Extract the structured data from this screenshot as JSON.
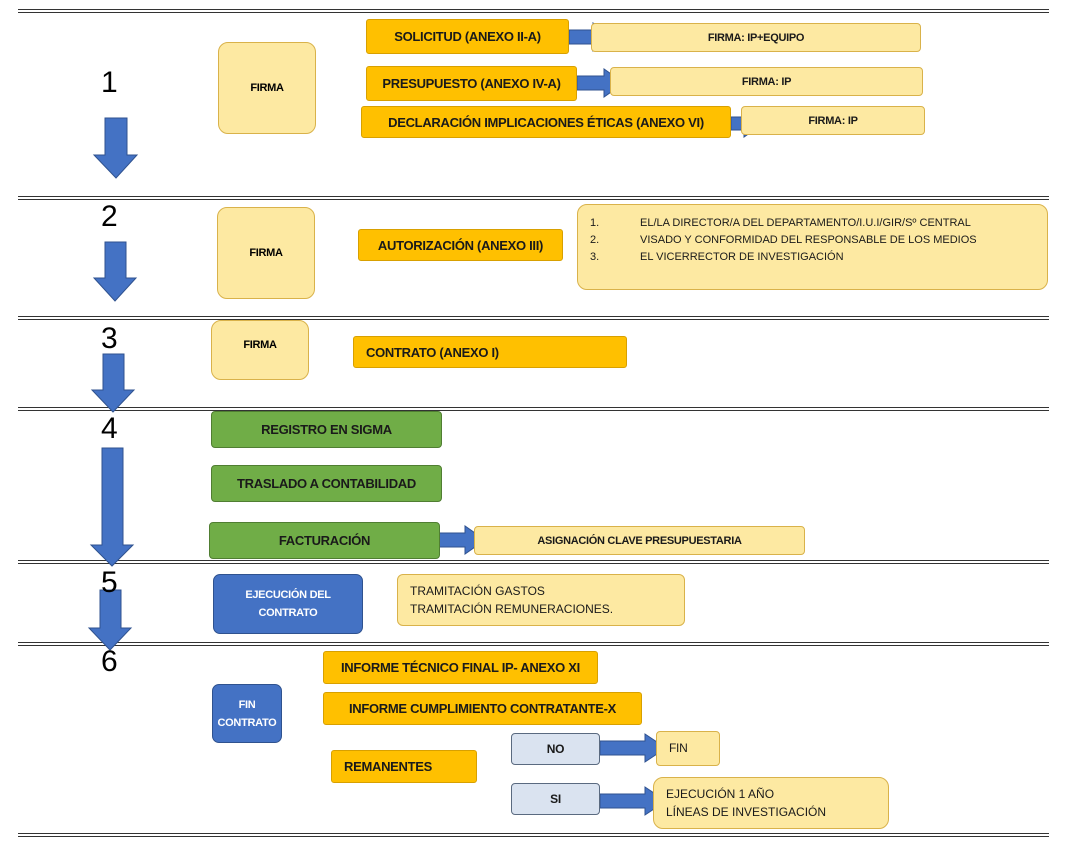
{
  "steps": [
    {
      "number": "1",
      "firma": "FIRMA",
      "items": [
        {
          "doc": "SOLICITUD (ANEXO II-A)",
          "sign": "FIRMA: IP+EQUIPO"
        },
        {
          "doc": "PRESUPUESTO (ANEXO IV-A)",
          "sign": "FIRMA: IP"
        },
        {
          "doc": "DECLARACIÓN IMPLICACIONES ÉTICAS (ANEXO VI)",
          "sign": "FIRMA: IP"
        }
      ]
    },
    {
      "number": "2",
      "firma": "FIRMA",
      "doc": "AUTORIZACIÓN (ANEXO III)",
      "signers": [
        {
          "idx": "1.",
          "text": "EL/LA DIRECTOR/A DEL DEPARTAMENTO/I.U.I/GIR/Sº  CENTRAL"
        },
        {
          "idx": "2.",
          "text": "VISADO Y CONFORMIDAD DEL RESPONSABLE DE LOS MEDIOS"
        },
        {
          "idx": "3.",
          "text": "EL VICERRECTOR DE INVESTIGACIÓN"
        }
      ]
    },
    {
      "number": "3",
      "firma": "FIRMA",
      "doc": "CONTRATO (ANEXO I)"
    },
    {
      "number": "4",
      "registro": "REGISTRO EN SIGMA",
      "traslado": "TRASLADO A CONTABILIDAD",
      "facturacion": "FACTURACIÓN",
      "asignacion": "ASIGNACIÓN CLAVE PRESUPUESTARIA"
    },
    {
      "number": "5",
      "ejecucion_line1": "EJECUCIÓN DEL",
      "ejecucion_line2": "CONTRATO",
      "tramitacion_line1": "TRAMITACIÓN GASTOS",
      "tramitacion_line2": "TRAMITACIÓN REMUNERACIONES."
    },
    {
      "number": "6",
      "fin_line1": "FIN",
      "fin_line2": "CONTRATO",
      "informe_tecnico": "INFORME TÉCNICO FINAL IP- ANEXO XI",
      "informe_cumplimiento": "INFORME CUMPLIMIENTO CONTRATANTE-X",
      "remanentes": "REMANENTES",
      "no": "NO",
      "fin": "FIN",
      "si": "SI",
      "si_result_line1": "EJECUCIÓN 1 AÑO",
      "si_result_line2": "LÍNEAS DE INVESTIGACIÓN"
    }
  ],
  "colors": {
    "orange": "#ffc000",
    "light_yellow": "#fde9a2",
    "green": "#70ad47",
    "blue": "#4472c4",
    "arrow": "#4472c4",
    "grey_blue": "#dae3f0"
  }
}
